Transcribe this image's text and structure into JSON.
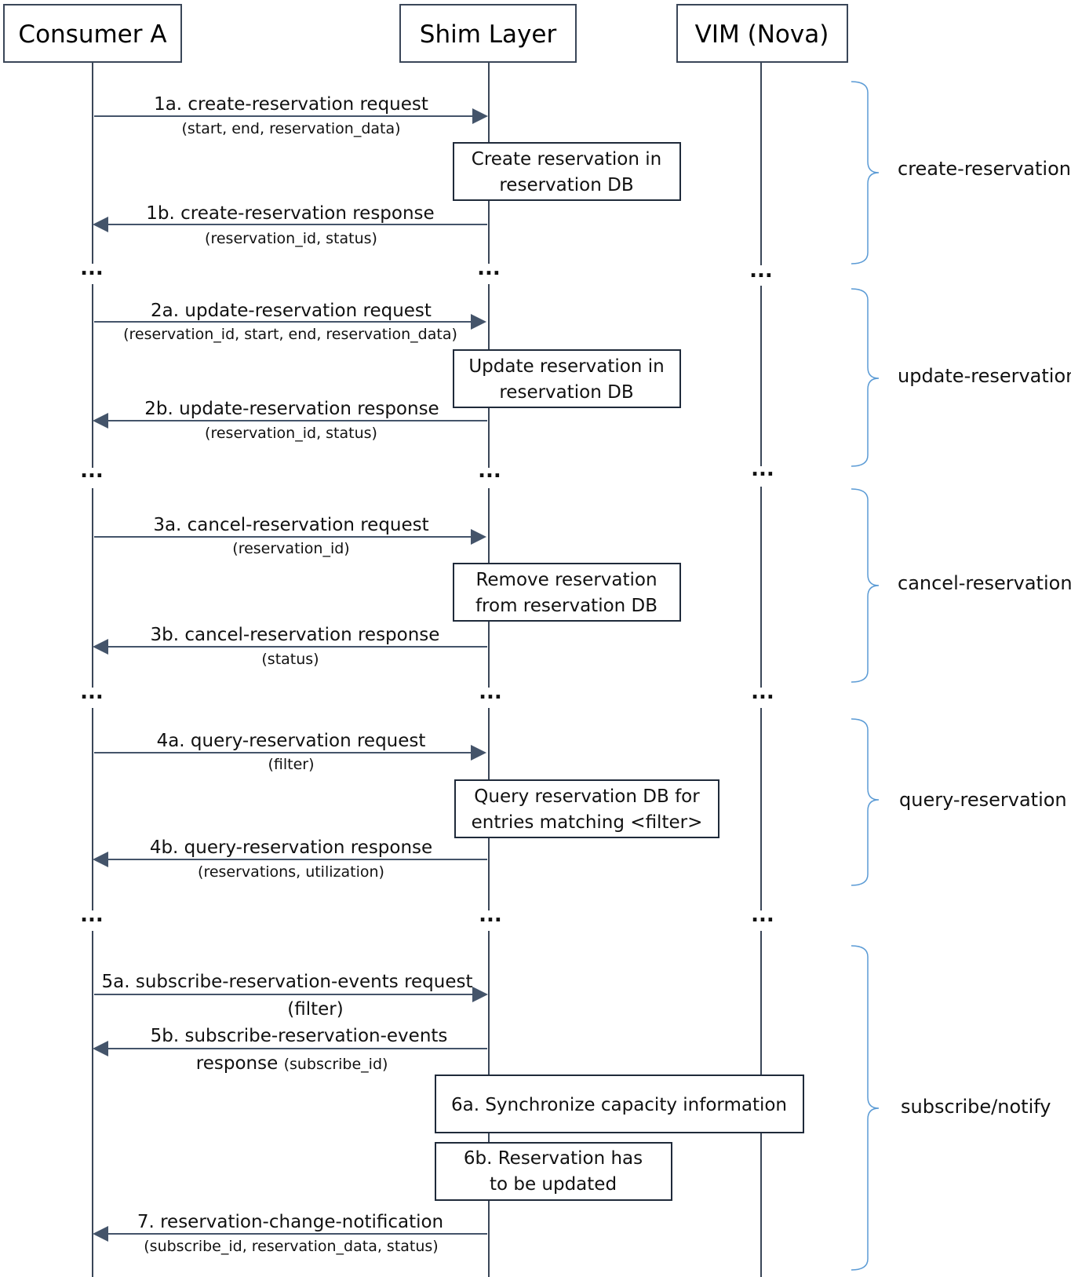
{
  "actors": [
    {
      "id": "consumer",
      "label": "Consumer A"
    },
    {
      "id": "shim",
      "label": "Shim Layer"
    },
    {
      "id": "vim",
      "label": "VIM (Nova)"
    }
  ],
  "ellipsis": "...",
  "messages": [
    {
      "id": "m1a",
      "label": "1a. create-reservation request",
      "params": "(start, end, reservation_data)",
      "dir": "right"
    },
    {
      "id": "m1b",
      "label": "1b. create-reservation response",
      "params": "(reservation_id, status)",
      "dir": "left"
    },
    {
      "id": "m2a",
      "label": "2a. update-reservation request",
      "params": "(reservation_id, start, end, reservation_data)",
      "dir": "right"
    },
    {
      "id": "m2b",
      "label": "2b. update-reservation response",
      "params": "(reservation_id, status)",
      "dir": "left"
    },
    {
      "id": "m3a",
      "label": "3a. cancel-reservation request",
      "params": "(reservation_id)",
      "dir": "right"
    },
    {
      "id": "m3b",
      "label": "3b. cancel-reservation response",
      "params": "(status)",
      "dir": "left"
    },
    {
      "id": "m4a",
      "label": "4a. query-reservation request",
      "params": "(filter)",
      "dir": "right"
    },
    {
      "id": "m4b",
      "label": "4b. query-reservation response",
      "params": "(reservations, utilization)",
      "dir": "left"
    },
    {
      "id": "m5a",
      "label": "5a. subscribe-reservation-events request",
      "params": "(filter)",
      "dir": "right"
    },
    {
      "id": "m5b",
      "label": "5b. subscribe-reservation-events",
      "label2": "response",
      "params": "(subscribe_id)",
      "dir": "left"
    },
    {
      "id": "m7",
      "label": "7. reservation-change-notification",
      "params": "(subscribe_id, reservation_data, status)",
      "dir": "left"
    }
  ],
  "boxes": [
    {
      "id": "b1",
      "lines": [
        "Create reservation in",
        "reservation DB"
      ]
    },
    {
      "id": "b2",
      "lines": [
        "Update reservation in",
        "reservation DB"
      ]
    },
    {
      "id": "b3",
      "lines": [
        "Remove reservation",
        "from reservation DB"
      ]
    },
    {
      "id": "b4",
      "lines": [
        "Query reservation DB for",
        "entries matching <filter>"
      ]
    },
    {
      "id": "b6a",
      "lines": [
        "6a. Synchronize capacity information"
      ]
    },
    {
      "id": "b6b",
      "lines": [
        "6b. Reservation has",
        "to be updated"
      ]
    }
  ],
  "phases": [
    {
      "id": "p1",
      "label": "create-reservation"
    },
    {
      "id": "p2",
      "label": "update-reservation"
    },
    {
      "id": "p3",
      "label": "cancel-reservation"
    },
    {
      "id": "p4",
      "label": "query-reservation"
    },
    {
      "id": "p5",
      "label": "subscribe/notify"
    }
  ],
  "colors": {
    "line": "#3a4658",
    "arrow": "#44546a",
    "brace": "#5b9bd5",
    "box_border": "#1f2a3a"
  }
}
